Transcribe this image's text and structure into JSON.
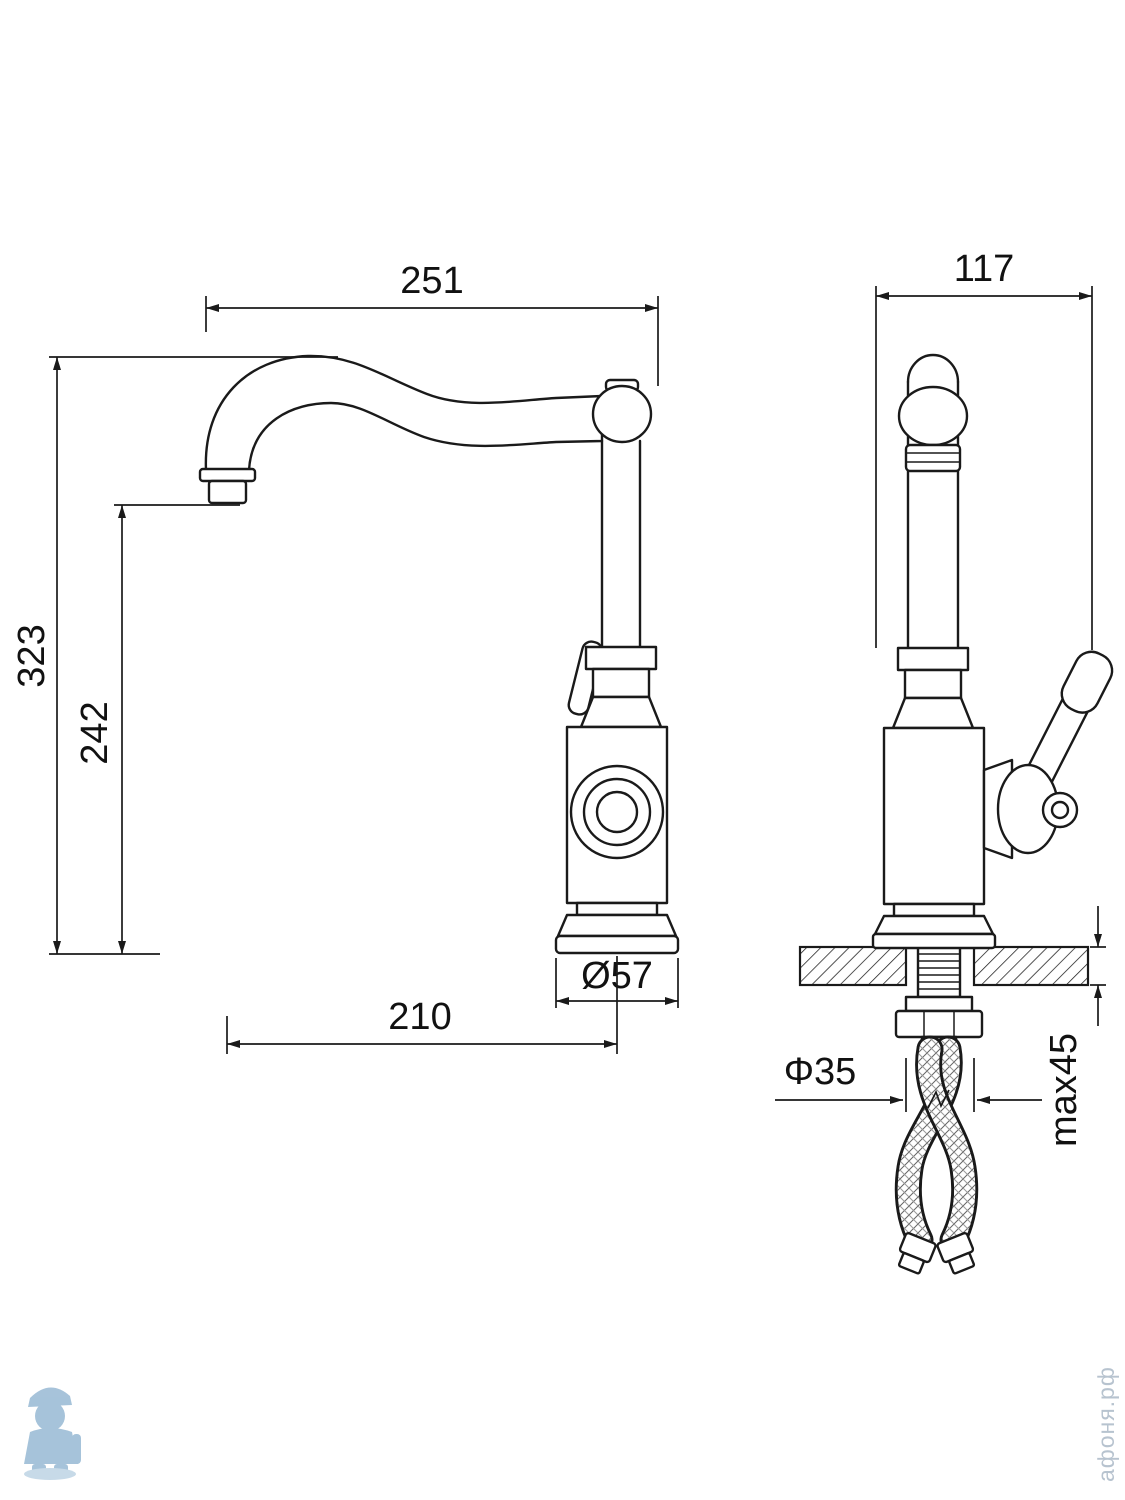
{
  "drawing": {
    "subject": "kitchen faucet two-view dimensional technical drawing",
    "line_color": "#1a1a1a",
    "background": "#ffffff"
  },
  "dimensions": {
    "spout_length": "251",
    "body_depth": "117",
    "height_total": "323",
    "height_spout": "242",
    "base_diameter": "Ø57",
    "spout_reach": "210",
    "hole_diameter": "Φ35",
    "max_counter_thickness": "max45"
  },
  "watermark": {
    "site_vertical": "афоня.рф",
    "logo": "plumber-mascot-icon",
    "logo_color": "#9dbdd6"
  }
}
